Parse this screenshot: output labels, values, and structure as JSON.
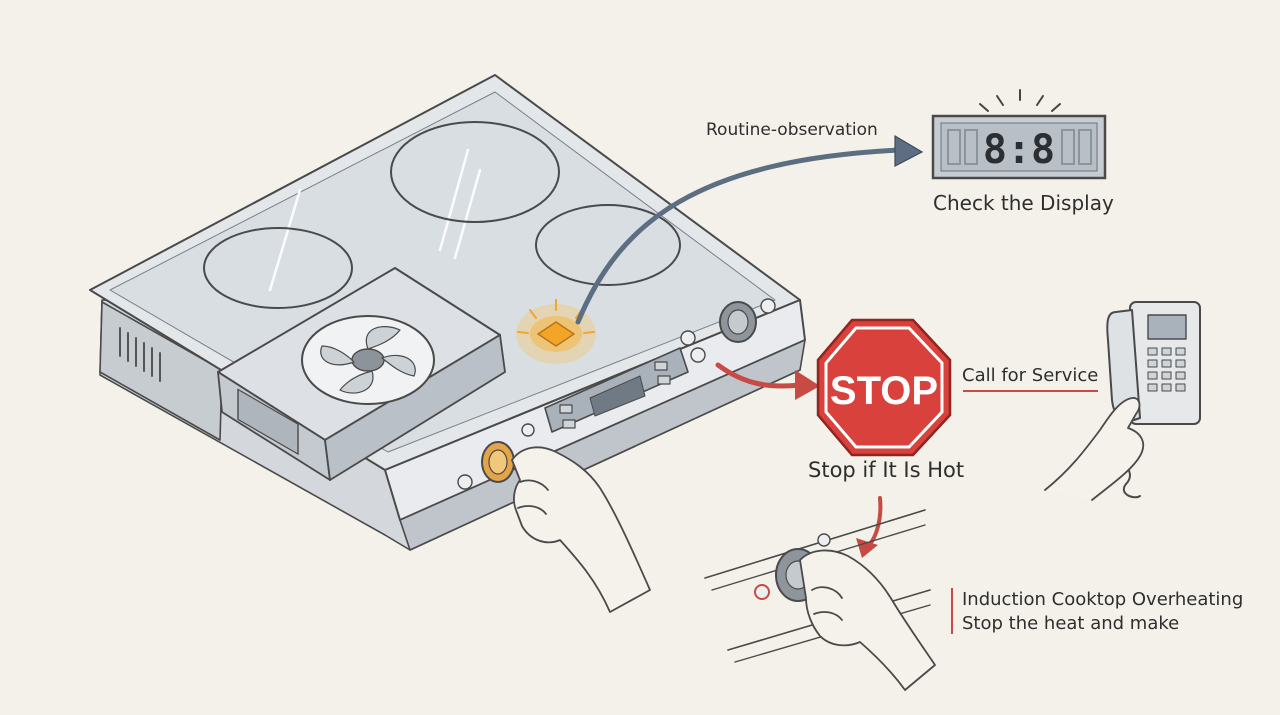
{
  "labels": {
    "routine_observation": "Routine-observation",
    "check_display": "Check the Display",
    "call_service": "Call for Service",
    "stop_if_hot": "Stop if It Is Hot",
    "note_line1": "Induction Cooktop Overheating",
    "note_line2": "Stop the heat and make"
  },
  "stop_sign": {
    "text": "STOP"
  },
  "display": {
    "digits": "8:8"
  },
  "colors": {
    "background": "#f3f1ea",
    "ink": "#4a4a4a",
    "arrow_gray": "#5d6e83",
    "arrow_red": "#c84a44",
    "stop_red": "#d8413c",
    "glow": "#f2a526",
    "display_bg": "#c6ccd2"
  },
  "icons": [
    "cooling-fan-icon",
    "phone-icon",
    "hand-icon",
    "stop-sign-icon",
    "warning-light-icon"
  ]
}
